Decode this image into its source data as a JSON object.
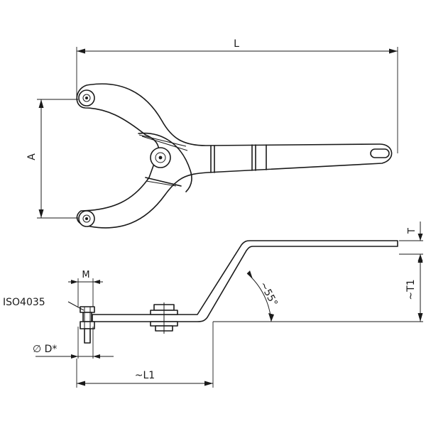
{
  "dimensions": {
    "length": "L",
    "opening": "A",
    "pin_size": "M",
    "standard": "ISO4035",
    "pin_diameter": "∅ D*",
    "offset_length": "~L1",
    "thickness": "T",
    "offset_height": "~T1",
    "bend_angle": "~55°"
  }
}
